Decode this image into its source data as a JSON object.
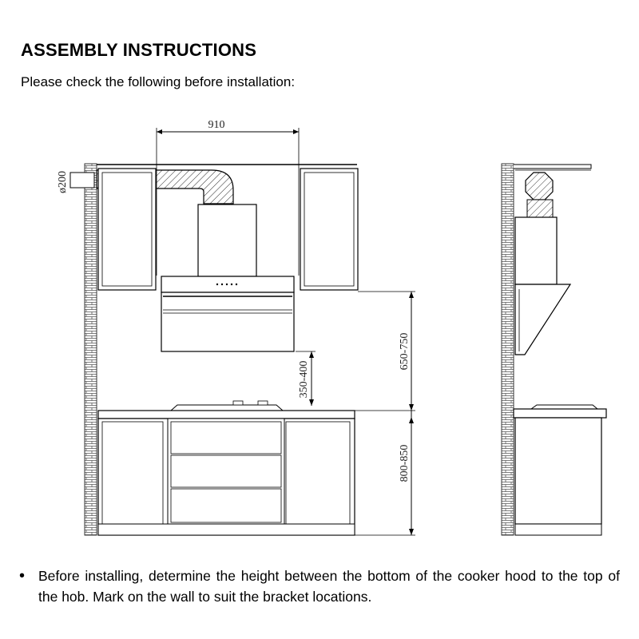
{
  "page": {
    "heading": "ASSEMBLY INSTRUCTIONS",
    "intro": "Please check the following before installation:"
  },
  "diagram": {
    "dimensions": {
      "hood_width": "910",
      "duct_diameter": "ø200",
      "hood_to_hob": "350-400",
      "cabinet_to_worktop": "650-750",
      "worktop_height": "800-850"
    }
  },
  "notes": [
    {
      "bullet": "•",
      "text": "Before installing, determine the height between the bottom of the cooker hood to the top of the hob. Mark on the wall to suit the bracket locations."
    }
  ]
}
